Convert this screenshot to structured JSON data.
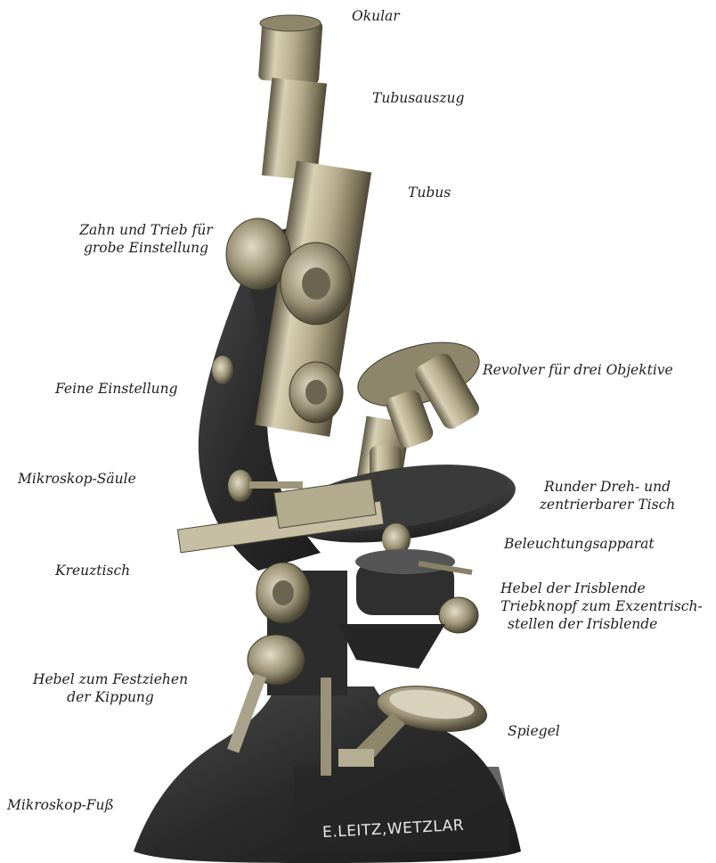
{
  "colors": {
    "background": "#ffffff",
    "brass": "#c9bfa0",
    "brass_dark": "#6e6650",
    "body_black": "#2b2b2b",
    "label_text": "#1e1e1e"
  },
  "labels": {
    "okular": "Okular",
    "tubusauszug": "Tubusauszug",
    "tubus": "Tubus",
    "zahn_line1": "Zahn und Trieb für",
    "zahn_line2": "grobe Einstellung",
    "revolver": "Revolver für drei Objektive",
    "feine": "Feine Einstellung",
    "saeule": "Mikroskop-Säule",
    "tisch_line1": "Runder Dreh- und",
    "tisch_line2": "zentrierbarer Tisch",
    "beleuchtung": "Beleuchtungsapparat",
    "kreuztisch": "Kreuztisch",
    "hebel_iris": "Hebel der Irisblende",
    "triebknopf_line1": "Triebknopf zum Exzentrisch-",
    "triebknopf_line2": "stellen der Irisblende",
    "hebel_kipp_line1": "Hebel zum Festziehen",
    "hebel_kipp_line2": "der Kippung",
    "spiegel": "Spiegel",
    "fuss": "Mikroskop-Fuß"
  },
  "brand_text": "E.LEITZ,WETZLAR"
}
